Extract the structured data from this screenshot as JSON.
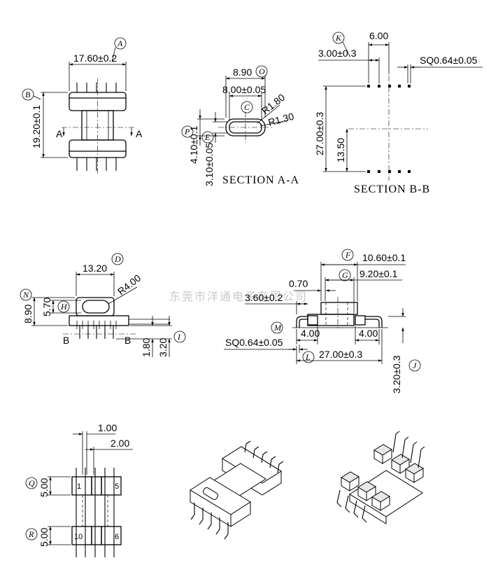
{
  "watermark": "东莞市洋通电子有限公司",
  "section_titles": {
    "aa": "SECTION A-A",
    "bb": "SECTION B-B"
  },
  "section_marks": {
    "a_left": "A",
    "a_right": "A",
    "b_left": "B",
    "b_right": "B"
  },
  "callouts": {
    "A": "A",
    "B": "B",
    "C": "C",
    "D": "D",
    "E": "E",
    "F": "F",
    "G": "G",
    "H": "H",
    "I": "I",
    "J": "J",
    "K": "K",
    "L": "L",
    "M": "M",
    "N": "N",
    "O": "O",
    "P": "P",
    "Q": "Q",
    "R": "R"
  },
  "front_view": {
    "width": "17.60±0.2",
    "height": "19.20±0.1"
  },
  "section_aa": {
    "outer_width": "8.90",
    "inner_width": "8.00±0.05",
    "r_outer": "R1.80",
    "r_inner": "R1.30",
    "outer_height": "4.10±0.1",
    "inner_height": "3.10±0.05"
  },
  "section_bb": {
    "pin_offset": "3.00±0.3",
    "pitch_span": "6.00",
    "pin_size": "SQ0.64±0.05",
    "pin_row_distance": "27.00±0.3",
    "half_distance": "13.50"
  },
  "side_view": {
    "slot_width": "13.20",
    "radius": "R4.00",
    "height": "8.90",
    "slot_height": "5.70",
    "standoff": "1.80",
    "pin_length": "3.20"
  },
  "pin_side_view": {
    "flange_width": "10.60±0.1",
    "inner_width": "9.20±0.1",
    "gap": "0.70",
    "pin_offset": "3.60±0.2",
    "pin_size": "SQ0.64±0.05",
    "pin_distance": "27.00±0.3",
    "pin_pitch_left": "4.00",
    "pin_pitch_right": "4.00",
    "pin_height": "3.20±0.3"
  },
  "bottom_view": {
    "pin_width": "1.00",
    "pin_pitch": "2.00",
    "pad_height_top": "5.00",
    "pad_height_bottom": "5.00",
    "pin1": "1",
    "pin5": "5",
    "pin10": "10",
    "pin6": "6"
  }
}
